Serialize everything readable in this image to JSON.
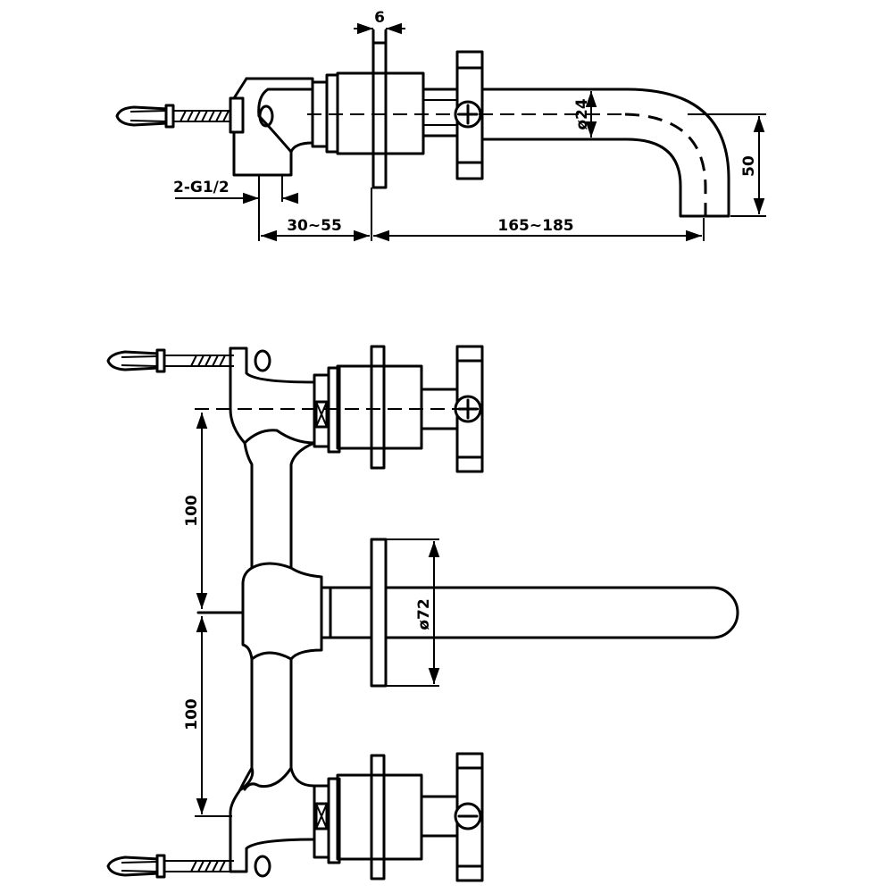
{
  "side_view": {
    "dim_flange_thickness": "6",
    "dim_thread": "2-G1/2",
    "dim_wall_depth": "30~55",
    "dim_spout_reach": "165~185",
    "dim_spout_diameter": "ø24",
    "dim_spout_height": "50"
  },
  "front_view": {
    "dim_upper_spacing": "100",
    "dim_lower_spacing": "100",
    "dim_rosette_diameter": "ø72"
  }
}
